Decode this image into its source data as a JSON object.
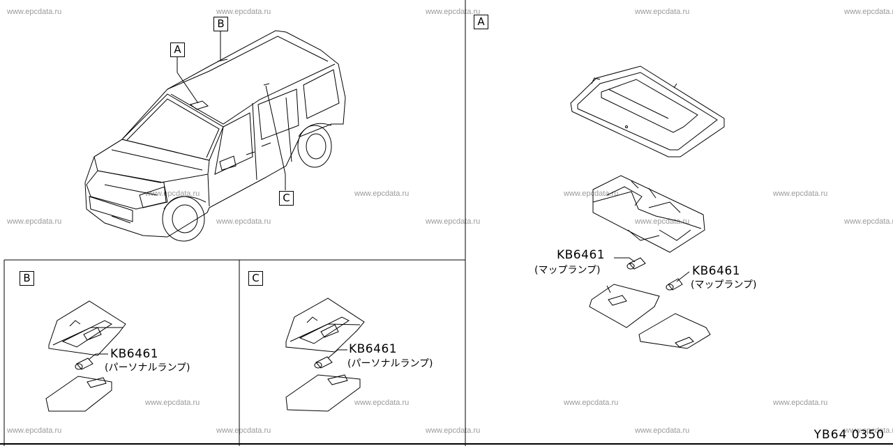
{
  "watermark": "www.epcdata.ru",
  "diagram_code": "YB64 0350",
  "panels": {
    "overview": {
      "callouts": [
        "A",
        "B",
        "C"
      ]
    },
    "detail_a": {
      "label": "A",
      "parts": [
        {
          "number": "KB6461",
          "description": "(マップランプ)"
        },
        {
          "number": "KB6461",
          "description": "(マップランプ)"
        }
      ]
    },
    "detail_b": {
      "label": "B",
      "part": {
        "number": "KB6461",
        "description": "(パーソナルランプ)"
      }
    },
    "detail_c": {
      "label": "C",
      "part": {
        "number": "KB6461",
        "description": "(パーソナルランプ)"
      }
    }
  }
}
